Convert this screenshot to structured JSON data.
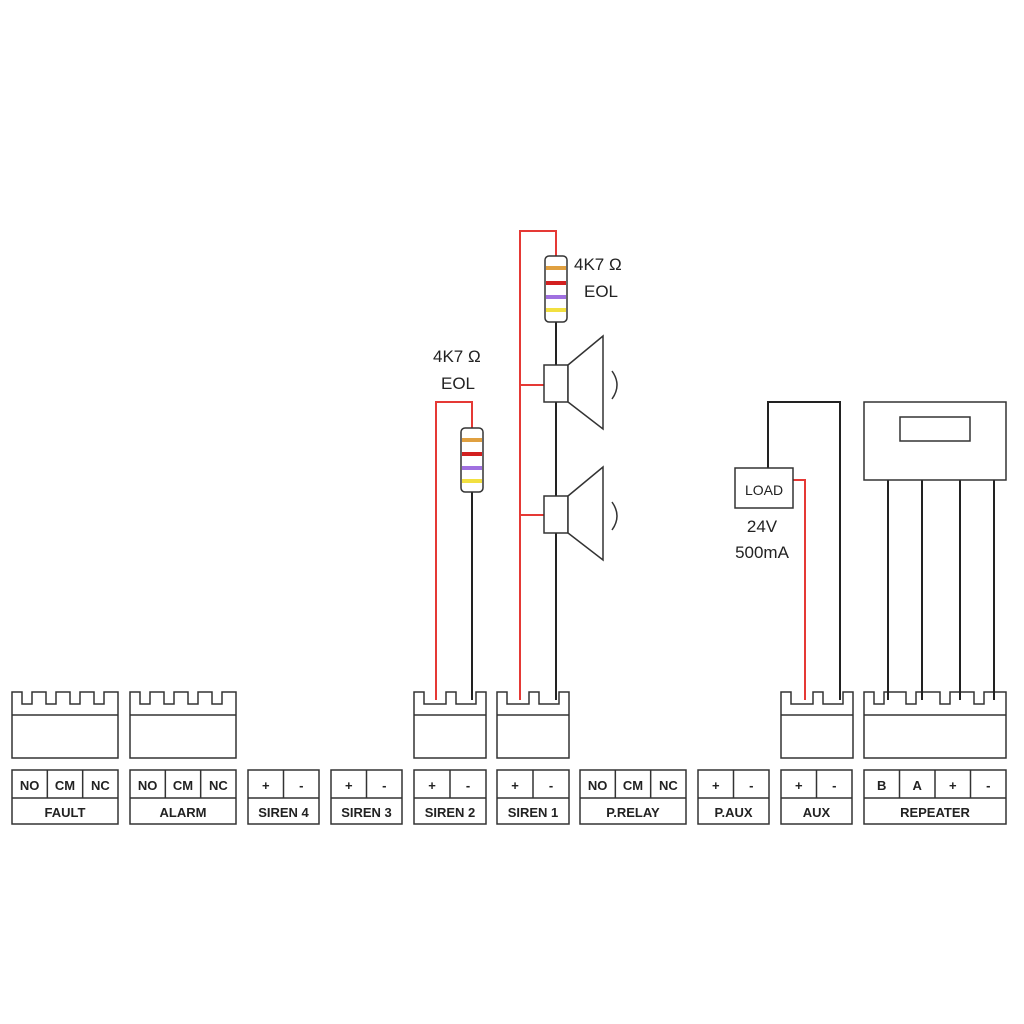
{
  "colors": {
    "wire_red": "#e53935",
    "wire_black": "#222222",
    "outline": "#333333",
    "band_orange": "#e0a040",
    "band_red": "#d32020",
    "band_violet": "#a070e0",
    "band_yellow": "#f2e040"
  },
  "terminals": [
    {
      "name": "FAULT",
      "pins": [
        "NO",
        "CM",
        "NC"
      ]
    },
    {
      "name": "ALARM",
      "pins": [
        "NO",
        "CM",
        "NC"
      ]
    },
    {
      "name": "SIREN 4",
      "pins": [
        "+",
        "-"
      ]
    },
    {
      "name": "SIREN 3",
      "pins": [
        "+",
        "-"
      ]
    },
    {
      "name": "SIREN 2",
      "pins": [
        "+",
        "-"
      ]
    },
    {
      "name": "SIREN 1",
      "pins": [
        "+",
        "-"
      ]
    },
    {
      "name": "P.RELAY",
      "pins": [
        "NO",
        "CM",
        "NC"
      ]
    },
    {
      "name": "P.AUX",
      "pins": [
        "+",
        "-"
      ]
    },
    {
      "name": "AUX",
      "pins": [
        "+",
        "-"
      ]
    },
    {
      "name": "REPEATER",
      "pins": [
        "B",
        "A",
        "+",
        "-"
      ]
    }
  ],
  "resistor_siren1": {
    "value": "4K7 Ω",
    "type": "EOL"
  },
  "resistor_siren2": {
    "value": "4K7 Ω",
    "type": "EOL"
  },
  "load": {
    "label": "LOAD",
    "voltage": "24V",
    "current": "500mA"
  },
  "icons": [
    "resistor-icon",
    "speaker-icon",
    "load-box-icon",
    "repeater-unit-icon",
    "connector-block-icon"
  ]
}
